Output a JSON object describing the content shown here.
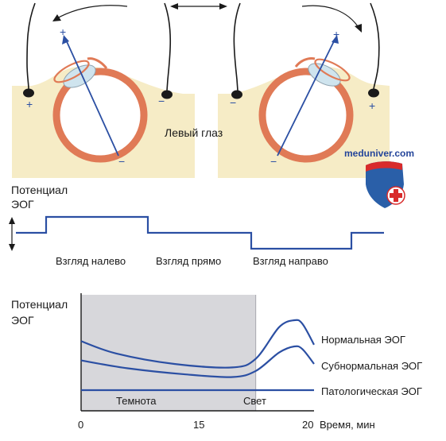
{
  "eye_panel": {
    "caption": "Левый глаз",
    "plus_sign": "+",
    "minus_sign": "−"
  },
  "eog_trace": {
    "ylabel_line1": "Потенциал",
    "ylabel_line2": "ЭОГ",
    "phases": [
      {
        "label": "Взгляд налево",
        "level": 1
      },
      {
        "label": "Взгляд прямо",
        "level": 0
      },
      {
        "label": "Взгляд направо",
        "level": -1
      }
    ]
  },
  "watermark": {
    "text": "meduniver.com",
    "colors": {
      "shield_blue": "#2a5fa8",
      "shield_red": "#d82b2b",
      "text": "#24459a"
    }
  },
  "colors": {
    "curve": "#2b4fa3",
    "eye_ring": "#e07a56",
    "skin": "#f6ecc6",
    "dark_band": "#c9c9cf"
  },
  "chart_data": {
    "type": "line",
    "ylabel_line1": "Потенциал",
    "ylabel_line2": "ЭОГ",
    "xlabel": "Время, мин",
    "xlim": [
      0,
      20
    ],
    "ylim": [
      0,
      1
    ],
    "x_ticks": [
      "0",
      "15",
      "20"
    ],
    "regions": [
      {
        "label": "Темнота",
        "from": 0,
        "to": 15
      },
      {
        "label": "Свет",
        "from": 15,
        "to": 20
      }
    ],
    "series": [
      {
        "name": "Нормальная ЭОГ",
        "points": [
          [
            0,
            0.56
          ],
          [
            3,
            0.42
          ],
          [
            8,
            0.3
          ],
          [
            13,
            0.26
          ],
          [
            15,
            0.36
          ],
          [
            17,
            0.72
          ],
          [
            18.3,
            0.8
          ],
          [
            19,
            0.76
          ],
          [
            20,
            0.52
          ]
        ]
      },
      {
        "name": "Субнормальная ЭОГ",
        "points": [
          [
            0,
            0.34
          ],
          [
            4,
            0.25
          ],
          [
            9,
            0.18
          ],
          [
            13,
            0.15
          ],
          [
            15,
            0.22
          ],
          [
            17,
            0.43
          ],
          [
            18.3,
            0.5
          ],
          [
            19,
            0.47
          ],
          [
            20,
            0.3
          ]
        ]
      },
      {
        "name": "Патологическая ЭОГ",
        "points": [
          [
            0,
            0.0
          ],
          [
            20,
            0.0
          ]
        ]
      }
    ]
  }
}
